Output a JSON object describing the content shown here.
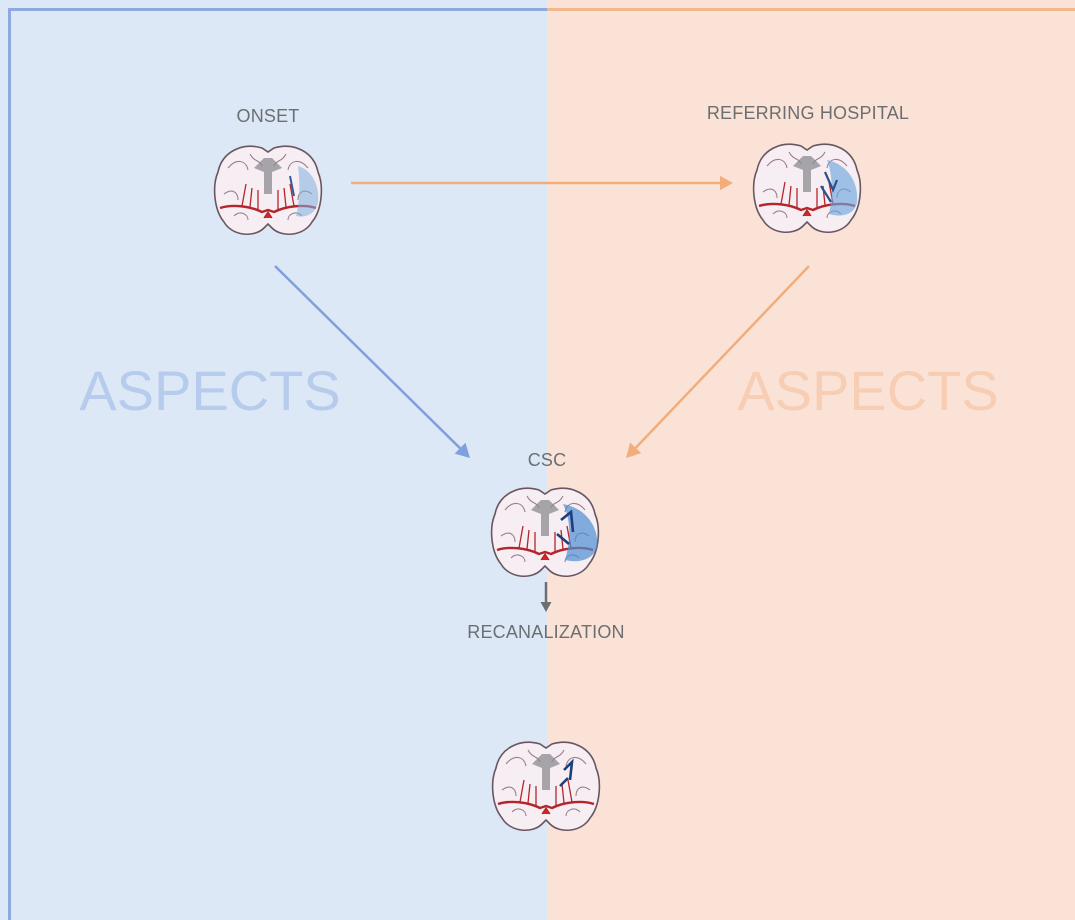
{
  "nodes": {
    "onset": {
      "label": "ONSET"
    },
    "referring_hospital": {
      "label": "REFERRING HOSPITAL"
    },
    "csc": {
      "label": "CSC"
    },
    "recanalization": {
      "label": "RECANALIZATION"
    }
  },
  "watermarks": {
    "left": "ASPECTS",
    "right": "ASPECTS"
  },
  "colors": {
    "left_background": "#dde8f6",
    "right_background": "#fae3d6",
    "blue_arrow": "#7f9fdd",
    "orange_arrow": "#f2ad7a",
    "gray_arrow": "#6b6f72",
    "label_text": "#6b6f72",
    "vessel_red": "#b3262c",
    "infarct_blue": "#4f8fd1"
  }
}
